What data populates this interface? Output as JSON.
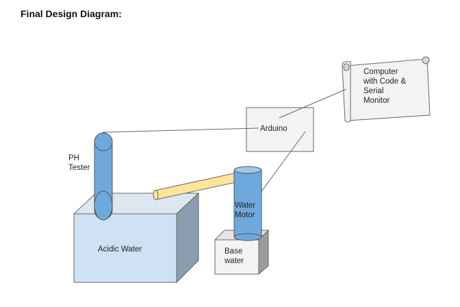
{
  "heading": "Final Design Diagram:",
  "labels": {
    "computer": "Computer\nwith Code &\nSerial\nMonitor",
    "arduino": "Arduino",
    "ph_tester": "PH\nTester",
    "water_motor": "Water\nMotor",
    "acidic_water": "Acidic Water",
    "base_water": "Base\nwater"
  },
  "colors": {
    "box_fill": "#f3f3f3",
    "tank_front": "#cfe2f3",
    "tank_side": "#8a9db0",
    "tester_blue": "#6fa8dc",
    "pipe_yellow": "#ffe599",
    "stroke": "#666666"
  }
}
